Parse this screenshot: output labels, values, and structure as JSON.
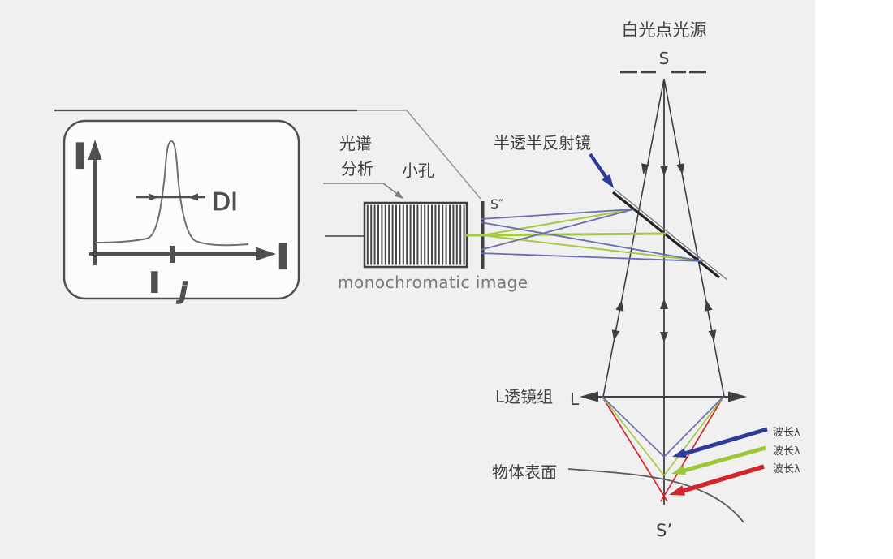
{
  "palette": {
    "bg": "#f0f0f1",
    "panel": "#fcfcfd",
    "ink": "#3f3f41",
    "ink2": "#4f4f51",
    "gray_mid": "#77787b",
    "gray_light": "#9a9a9c",
    "curve": "#6f6f71",
    "surface": "#5a5a5c",
    "slate_blue": "#6a6fae",
    "deep_blue": "#2e3b97",
    "green": "#a6c944",
    "green_deep": "#9cc838",
    "red": "#d2262c",
    "stripe": "#454547"
  },
  "source": {
    "label": "白光点光源",
    "point": "S"
  },
  "beamsplitter": {
    "label": "半透半反射镜"
  },
  "lens": {
    "label": "L透镜组",
    "point": "L"
  },
  "surface": {
    "label": "物体表面",
    "focus": "S’"
  },
  "pinhole": {
    "label": "小孔",
    "image_point": "S″"
  },
  "spectrometer": {
    "label_line1": "光谱",
    "label_line2": "分析",
    "caption": "monochromatic image"
  },
  "inset": {
    "y_label": "I",
    "x_label": "I",
    "width_label": "DI",
    "tick_label": "I",
    "tick_sub": "j"
  },
  "wavelengths": [
    {
      "label": "波长λ",
      "color": "#2e3b97"
    },
    {
      "label": "波长λ",
      "color": "#9cc838"
    },
    {
      "label": "波长λ",
      "color": "#d2262c"
    }
  ]
}
